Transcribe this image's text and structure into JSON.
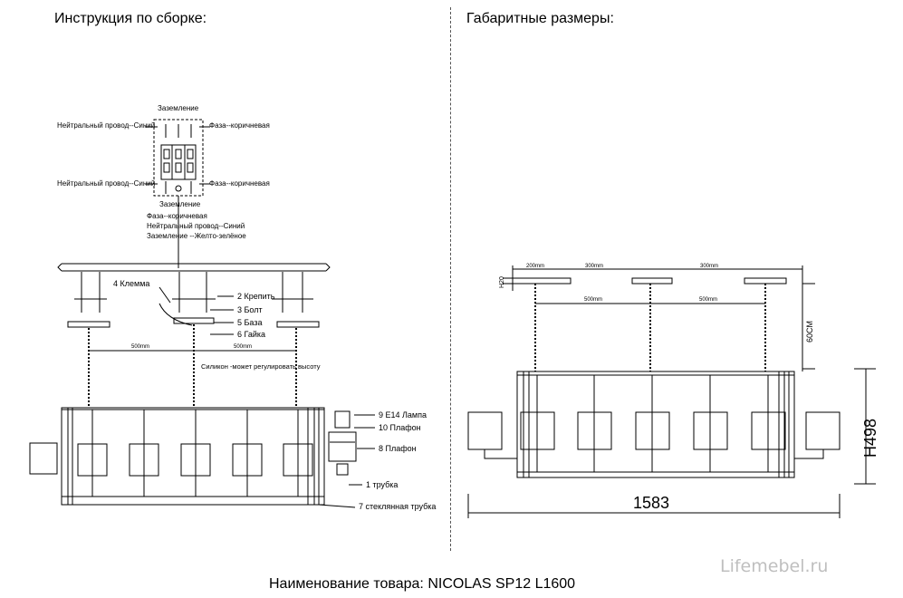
{
  "left_title": "Инструкция по сборке:",
  "right_title": "Габаритные размеры:",
  "footer": "Наименование товара: NICOLAS SP12 L1600",
  "watermark": "Lifemebel.ru",
  "wiring": {
    "ground_top": "Заземление",
    "neutral_top": "Нейтральный провод--Синий",
    "phase_top": "Фаза--коричневая",
    "neutral_bottom": "Нейтральный провод--Синий",
    "phase_bottom": "Фаза--коричневая",
    "ground_bottom": "Заземление",
    "legend_phase": "Фаза--коричневая",
    "legend_neutral": "Нейтральный провод--Синий",
    "legend_ground": "Заземление --Желто-зелёное"
  },
  "parts": {
    "p4": "4 Клемма",
    "p2": "2 Крепить",
    "p3": "3 Болт",
    "p5": "5 База",
    "p6": "6 Гайка",
    "silicone": "Силикон -может регулировать высоту",
    "p9": "9 E14 Лампа",
    "p10": "10 Плафон",
    "p8": "8 Плафон",
    "p1": "1 трубка",
    "p7": "7 стеклянная трубка",
    "dim_500a": "500mm",
    "dim_500b": "500mm"
  },
  "dims": {
    "d200": "200mm",
    "d300a": "300mm",
    "d300b": "300mm",
    "d500a": "500mm",
    "d500b": "500mm",
    "h20": "H20",
    "chain": "60CM",
    "height": "H498",
    "width": "1583"
  }
}
